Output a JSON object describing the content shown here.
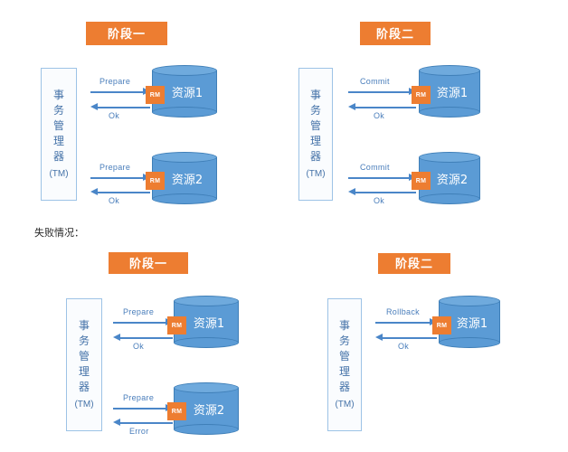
{
  "page": {
    "background": "#ffffff",
    "accent_orange": "#ED7D31",
    "accent_blue": "#5B9BD5",
    "arrow_blue": "#4A86C8",
    "tm_border": "#9DC3E6"
  },
  "note": {
    "failure_label": "失败情况："
  },
  "labels": {
    "tm_chars": [
      "事",
      "务",
      "管",
      "理",
      "器"
    ],
    "tm_abbr": "(TM)",
    "rm_badge": "RM",
    "resource_1": "资源1",
    "resource_2": "资源2"
  },
  "sections": [
    {
      "id": "success-phase-one",
      "banner": "阶段一",
      "tm_title": "事务管理器",
      "tm_abbr": "(TM)",
      "resources": [
        {
          "name": "资源1",
          "badge": "RM",
          "request": "Prepare",
          "response": "Ok"
        },
        {
          "name": "资源2",
          "badge": "RM",
          "request": "Prepare",
          "response": "Ok"
        }
      ]
    },
    {
      "id": "success-phase-two",
      "banner": "阶段二",
      "tm_title": "事务管理器",
      "tm_abbr": "(TM)",
      "resources": [
        {
          "name": "资源1",
          "badge": "RM",
          "request": "Commit",
          "response": "Ok"
        },
        {
          "name": "资源2",
          "badge": "RM",
          "request": "Commit",
          "response": "Ok"
        }
      ]
    },
    {
      "id": "failure-phase-one",
      "banner": "阶段一",
      "tm_title": "事务管理器",
      "tm_abbr": "(TM)",
      "resources": [
        {
          "name": "资源1",
          "badge": "RM",
          "request": "Prepare",
          "response": "Ok"
        },
        {
          "name": "资源2",
          "badge": "RM",
          "request": "Prepare",
          "response": "Error"
        }
      ]
    },
    {
      "id": "failure-phase-two",
      "banner": "阶段二",
      "tm_title": "事务管理器",
      "tm_abbr": "(TM)",
      "resources": [
        {
          "name": "资源1",
          "badge": "RM",
          "request": "Rollback",
          "response": "Ok"
        }
      ]
    }
  ]
}
